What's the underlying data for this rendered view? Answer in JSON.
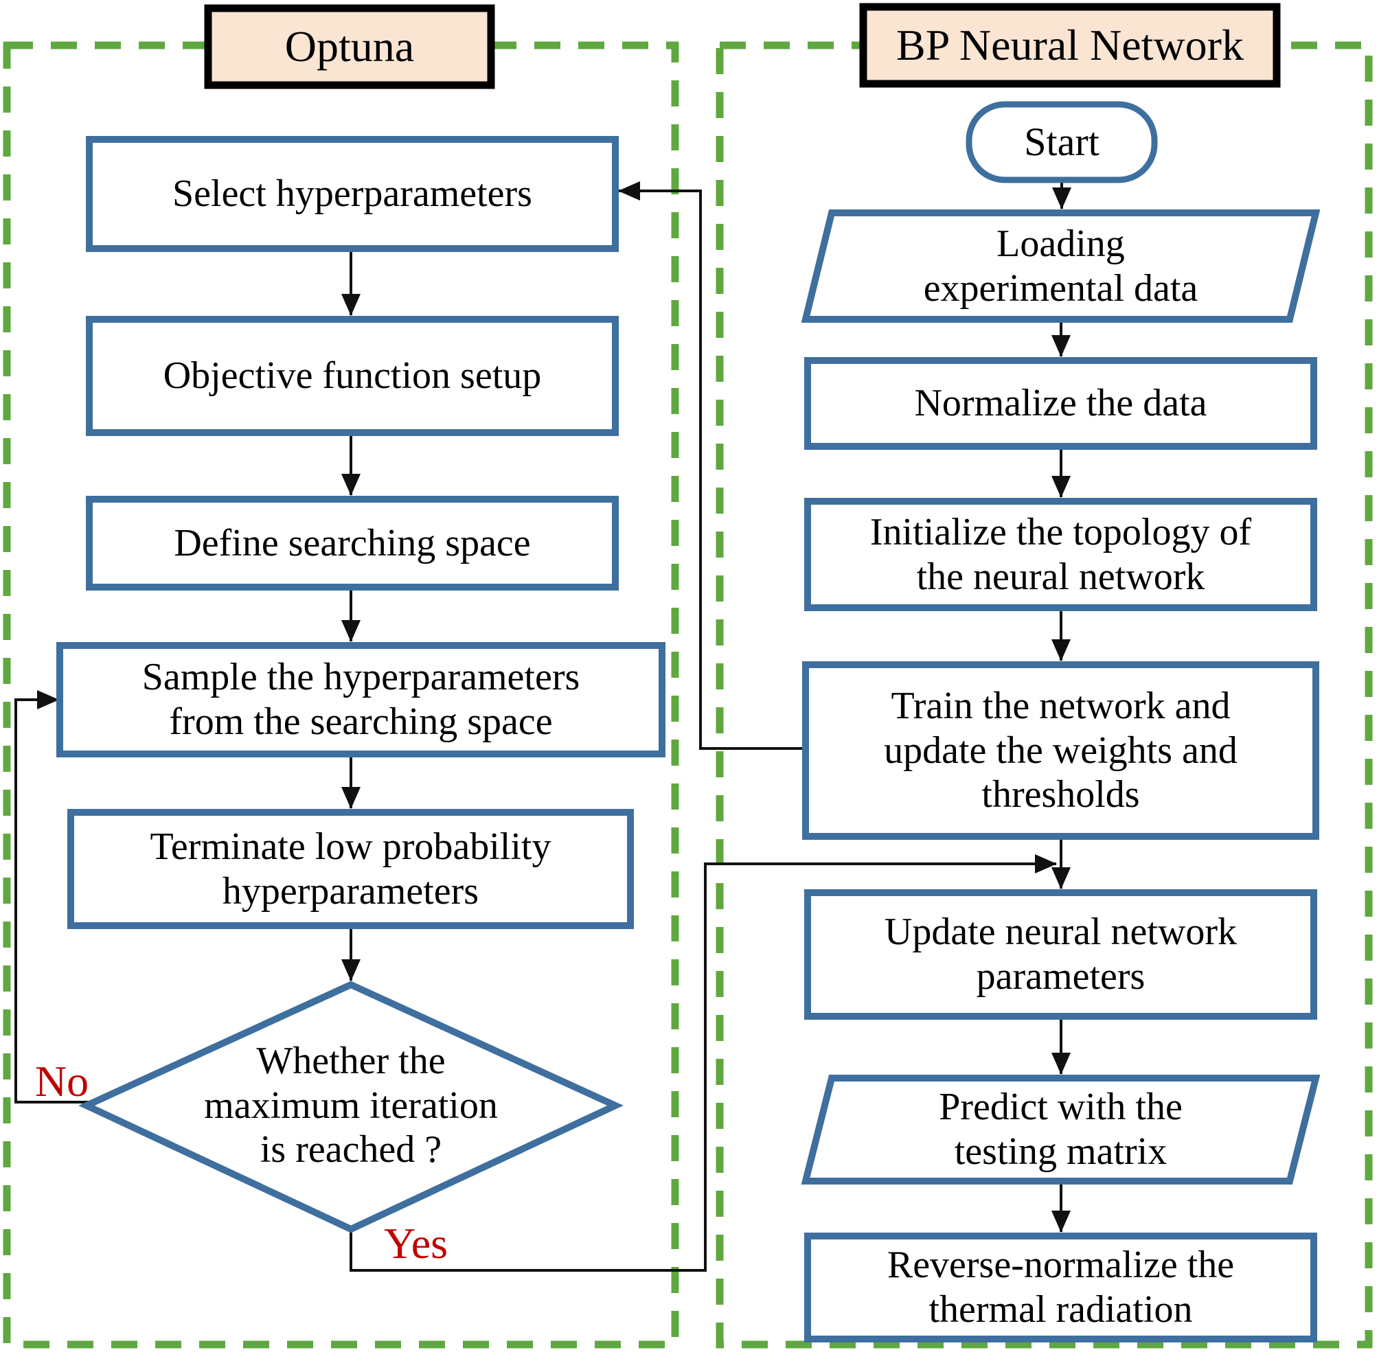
{
  "diagram": {
    "left_panel": {
      "title": "Optuna",
      "nodes": {
        "select": "Select hyperparameters",
        "objective": "Objective function setup",
        "define": "Define searching space",
        "sample": "Sample the hyperparameters\nfrom the searching space",
        "terminate": "Terminate low probability\nhyperparameters",
        "decision": "Whether the\nmaximum iteration\nis reached ?"
      },
      "edge_labels": {
        "no": "No",
        "yes": "Yes"
      }
    },
    "right_panel": {
      "title": "BP Neural Network",
      "nodes": {
        "start": "Start",
        "loading": "Loading\nexperimental data",
        "normalize": "Normalize the data",
        "initialize": "Initialize the topology of\nthe neural network",
        "train": "Train the network and\nupdate the weights and\nthresholds",
        "update": "Update neural network\nparameters",
        "predict": "Predict with the\ntesting matrix",
        "reverse": "Reverse-normalize the\nthermal radiation"
      }
    },
    "colors": {
      "panel_border_green": "#5fa83f",
      "node_border_blue": "#3e6f9e",
      "title_fill_peach": "#fae5d3",
      "title_border_black": "#000000",
      "edge_label_red": "#c00000",
      "connector_black": "#111111",
      "node_fill": "#ffffff",
      "background": "#ffffff"
    }
  }
}
